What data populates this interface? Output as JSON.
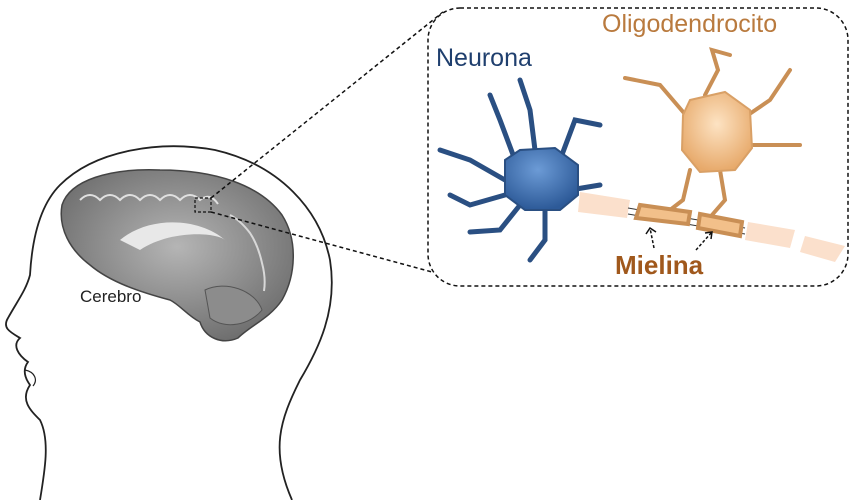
{
  "labels": {
    "neuron": "Neurona",
    "oligodendrocyte": "Oligodendrocito",
    "myelin": "Mielina",
    "brain": "Cerebro"
  },
  "colors": {
    "neuron": "#3f6fae",
    "neuron_dark": "#1f3f6e",
    "oligodendrocyte": "#f2c08a",
    "myelin_text": "#a0581c",
    "axon": "#fbe0cc"
  }
}
